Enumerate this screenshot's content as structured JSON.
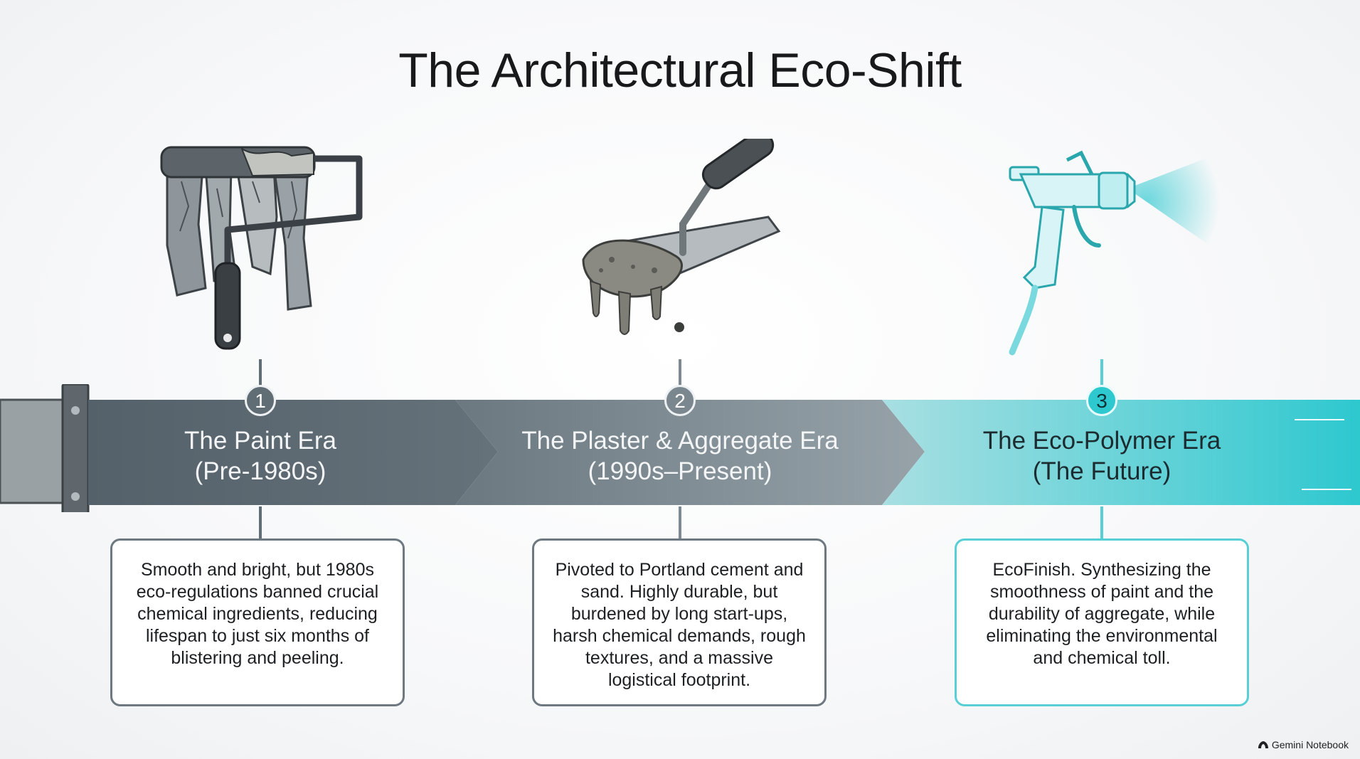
{
  "title": "The Architectural Eco-Shift",
  "eras": [
    {
      "number": "1",
      "name": "The Paint Era",
      "period": "(Pre-1980s)",
      "icon": "paint-roller-icon",
      "description": "Smooth and bright, but 1980s eco-regulations banned crucial chemical ingredients, reducing lifespan to just six months of blistering and peeling."
    },
    {
      "number": "2",
      "name": "The Plaster & Aggregate Era",
      "period": "(1990s–Present)",
      "icon": "trowel-icon",
      "description": "Pivoted to Portland cement and sand. Highly durable, but burdened by long start-ups, harsh chemical demands, rough textures, and a massive logistical footprint."
    },
    {
      "number": "3",
      "name": "The Eco-Polymer Era",
      "period": "(The Future)",
      "icon": "spray-gun-icon",
      "description": "EcoFinish. Synthesizing the smoothness of paint and the durability of aggregate, while eliminating the environmental and chemical toll."
    }
  ],
  "colors": {
    "steel": "#616d75",
    "slate": "#8a979e",
    "teal": "#2ec8cf"
  },
  "brand": "Gemini Notebook"
}
